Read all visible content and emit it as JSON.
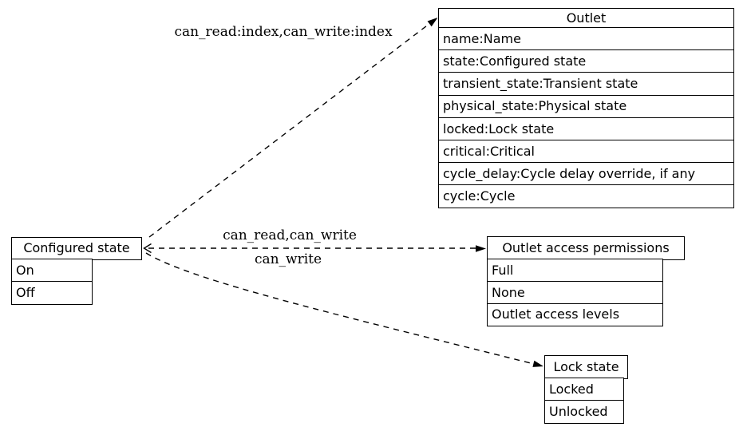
{
  "diagram": {
    "colors": {
      "background": "#ffffff",
      "stroke": "#000000",
      "text": "#000000"
    },
    "nodes": {
      "outlet": {
        "title": "Outlet",
        "rows": [
          "name:Name",
          "state:Configured state",
          "transient_state:Transient state",
          "physical_state:Physical state",
          "locked:Lock state",
          "critical:Critical",
          "cycle_delay:Cycle delay override, if any",
          "cycle:Cycle"
        ]
      },
      "configured_state": {
        "title": "Configured state",
        "rows": [
          "On",
          "Off"
        ]
      },
      "outlet_access_permissions": {
        "title": "Outlet access permissions",
        "rows": [
          "Full",
          "None",
          "Outlet access levels"
        ]
      },
      "lock_state": {
        "title": "Lock state",
        "rows": [
          "Locked",
          "Unlocked"
        ]
      }
    },
    "edge_labels": {
      "to_outlet": "can_read:index,can_write:index",
      "to_outlet_access_permissions": "can_read,can_write",
      "to_lock_state": "can_write"
    }
  }
}
